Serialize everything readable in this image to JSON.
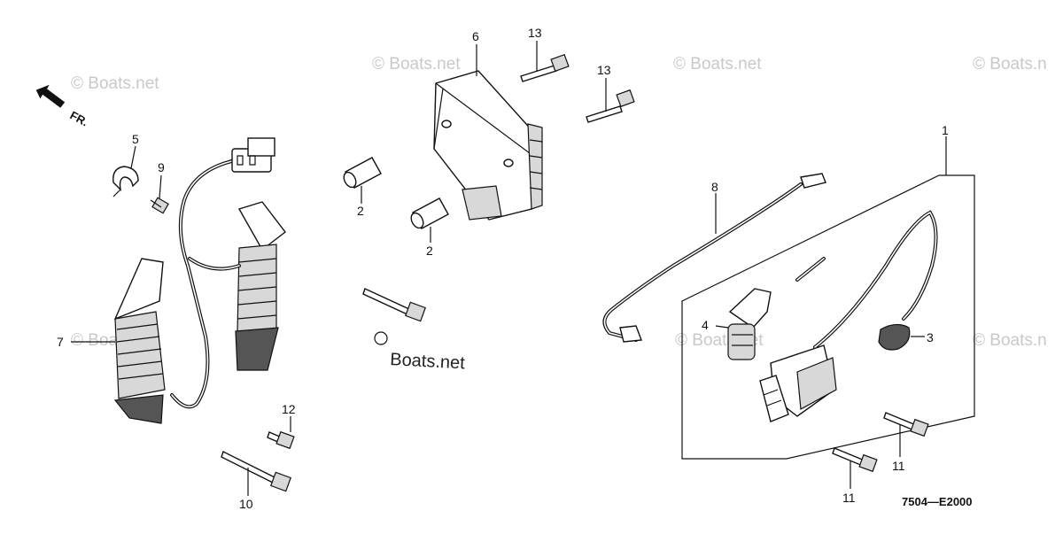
{
  "watermarks": [
    "© Boats.net",
    "© Boats.net",
    "© Boats.net",
    "© Boats.n",
    "© Boats.net",
    "© Boats.n",
    "© Boats.net"
  ],
  "brand_mark": "Boats.net",
  "front_marker": "FR.",
  "diagram_code": "7504—E2000",
  "callouts": {
    "c1": "1",
    "c2a": "2",
    "c2b": "2",
    "c3": "3",
    "c4": "4",
    "c5": "5",
    "c6": "6",
    "c7": "7",
    "c8": "8",
    "c9": "9",
    "c10": "10",
    "c11a": "11",
    "c11b": "11",
    "c12": "12",
    "c13a": "13",
    "c13b": "13"
  }
}
